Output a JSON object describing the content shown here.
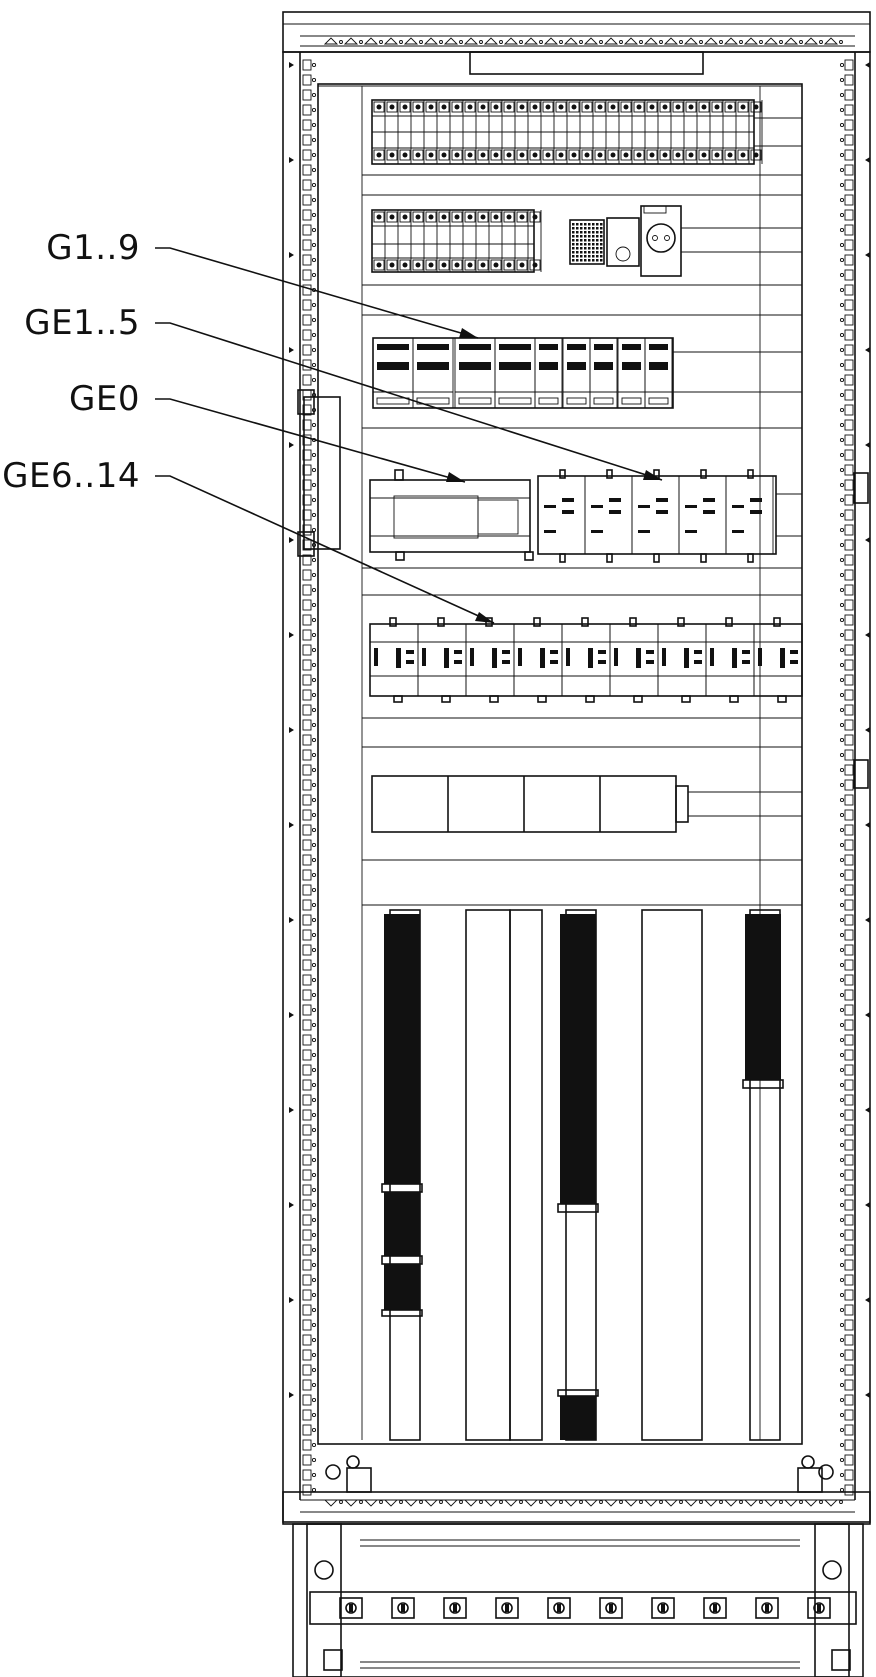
{
  "callouts": [
    {
      "id": "g1-9",
      "label": "G1..9"
    },
    {
      "id": "ge1-5",
      "label": "GE1..5"
    },
    {
      "id": "ge0",
      "label": "GE0"
    },
    {
      "id": "ge6-14",
      "label": "GE6..14"
    }
  ],
  "colors": {
    "line": "#111111",
    "background": "#ffffff"
  }
}
